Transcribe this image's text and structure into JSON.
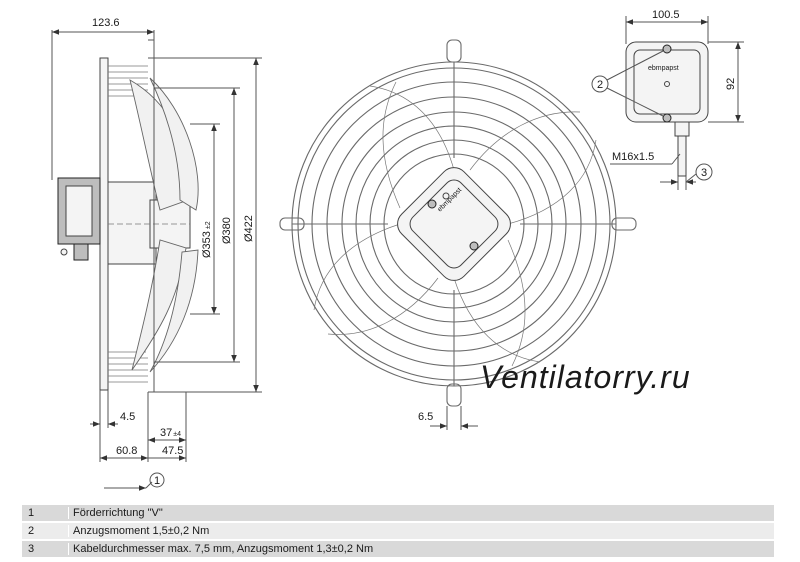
{
  "dimensions": {
    "overall_depth": "123.6",
    "diameter_inner": "Ø353",
    "diameter_inner_tol": "±2",
    "diameter_mid": "Ø380",
    "diameter_outer": "Ø422",
    "flange": "4.5",
    "hub": "37",
    "hub_tol": "±4",
    "base_left": "60.8",
    "base_right": "47.5",
    "guard_foot": "6.5",
    "box_width": "100.5",
    "box_height": "92",
    "gland": "M16x1.5"
  },
  "callouts": {
    "c1": "1",
    "c2": "2",
    "c3": "3"
  },
  "brand_label": "ebmpapst",
  "watermark": "Ventilatorry.ru",
  "legend": [
    {
      "num": "1",
      "text": "Förderrichtung \"V\""
    },
    {
      "num": "2",
      "text": "Anzugsmoment 1,5±0,2 Nm"
    },
    {
      "num": "3",
      "text": "Kabeldurchmesser max. 7,5 mm, Anzugsmoment 1,3±0,2 Nm"
    }
  ]
}
